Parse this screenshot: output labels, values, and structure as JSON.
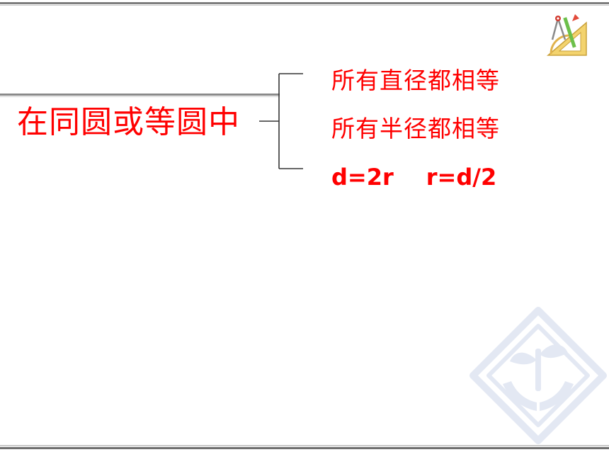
{
  "slide": {
    "main_heading": "在同圆或等圆中",
    "items": [
      "所有直径都相等",
      "所有半径都相等"
    ],
    "formulas": {
      "first": "d=2r",
      "second": "r=d/2"
    }
  },
  "icons": {
    "logo": "compass-ruler-protractor-icon",
    "watermark": "sprout-hands-watermark-icon"
  },
  "colors": {
    "text_accent": "#ff0000",
    "rule_dark": "#7d7d7d",
    "rule_light": "#c8c8c8",
    "watermark": "#e3e8f3"
  }
}
